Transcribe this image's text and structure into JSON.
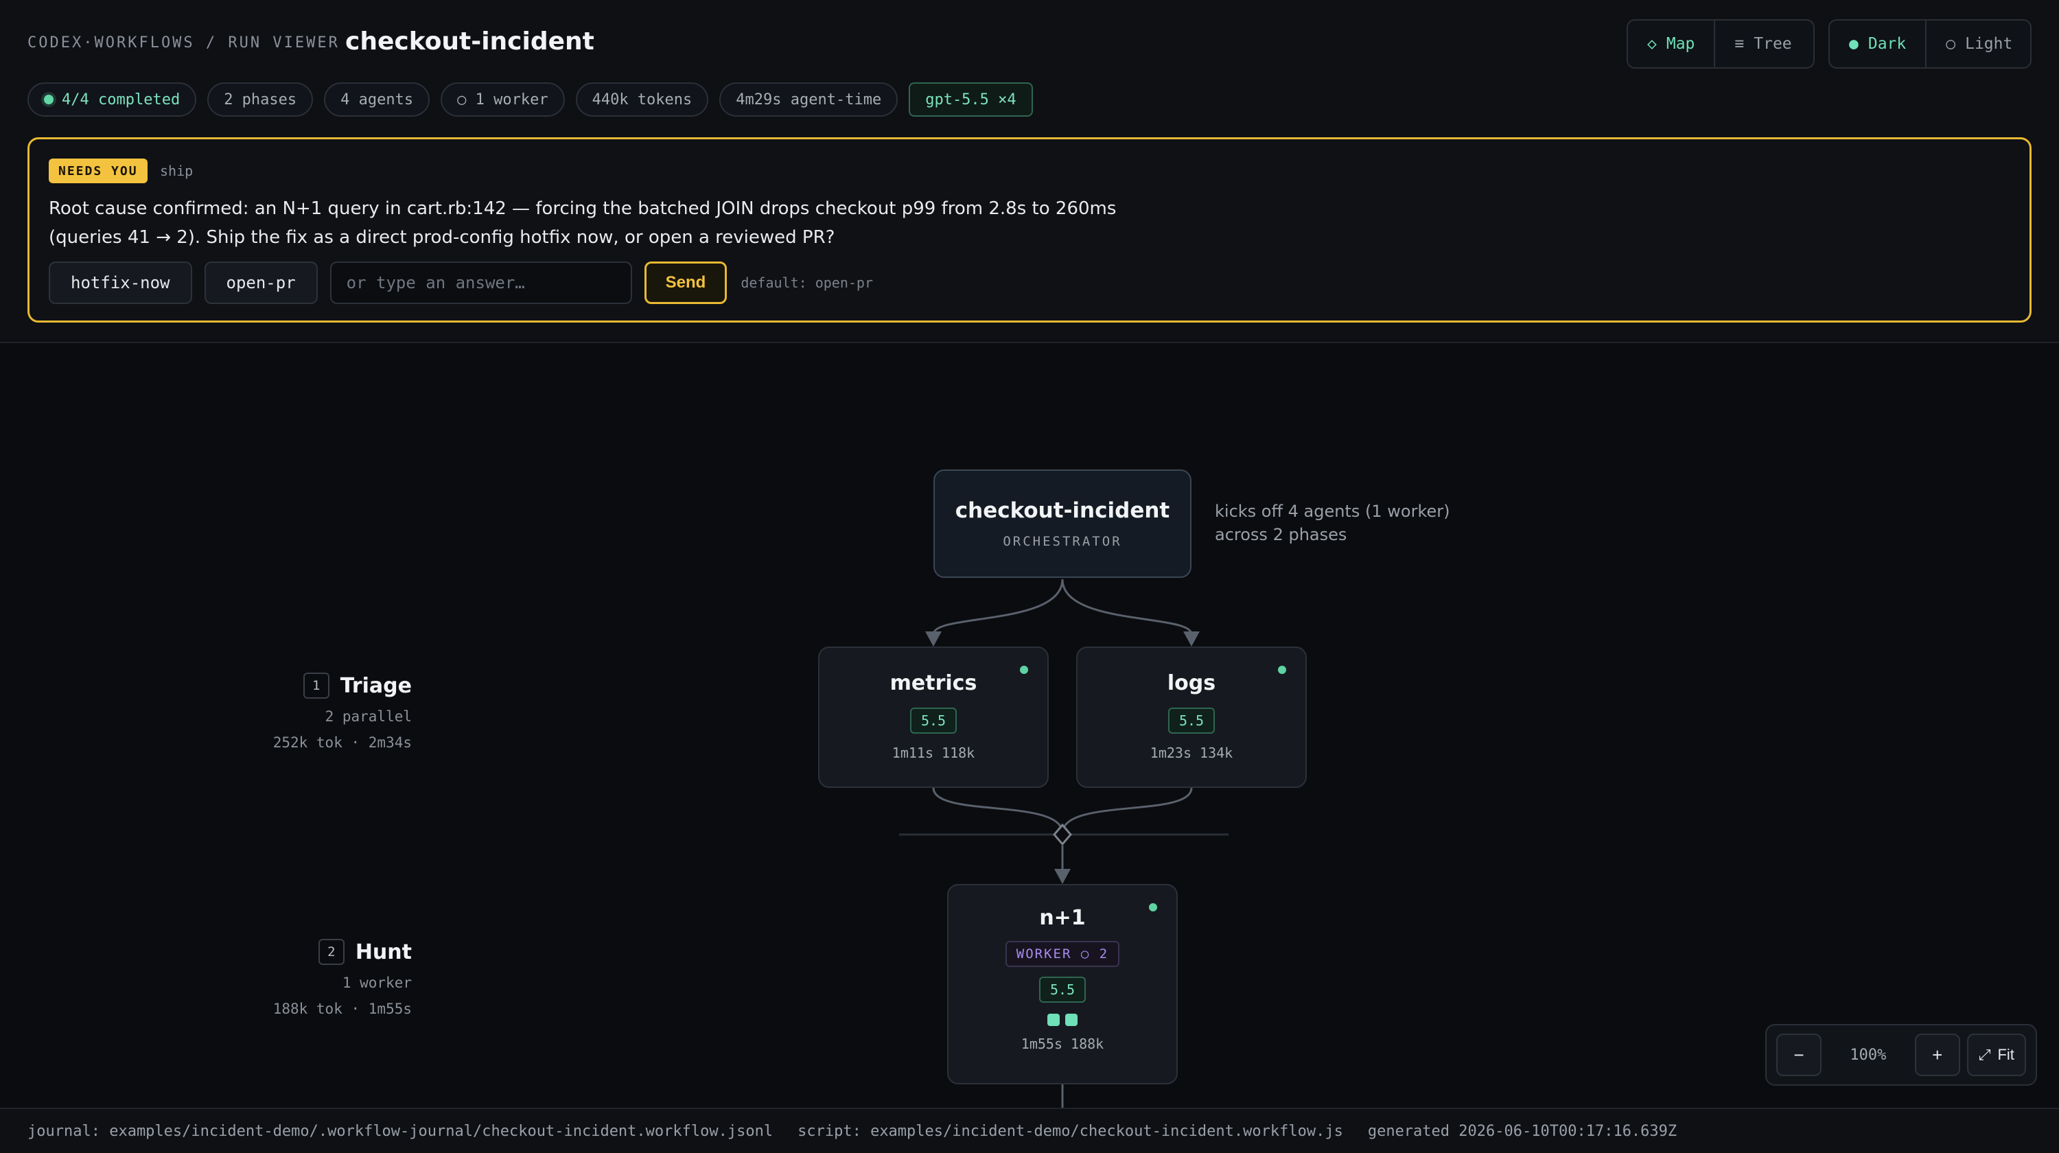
{
  "header": {
    "breadcrumb": "CODEX·WORKFLOWS / RUN VIEWER",
    "title": "checkout-incident",
    "view_toggle": [
      {
        "icon": "diamond-icon",
        "glyph": "◇",
        "label": "Map",
        "active": true
      },
      {
        "icon": "list-icon",
        "glyph": "≡",
        "label": "Tree",
        "active": false
      }
    ],
    "theme_toggle": [
      {
        "icon": "filled-circle-icon",
        "glyph": "●",
        "label": "Dark",
        "active": true
      },
      {
        "icon": "hollow-circle-icon",
        "glyph": "○",
        "label": "Light",
        "active": false
      }
    ]
  },
  "stats": {
    "completed": "4/4 completed",
    "phases": "2 phases",
    "agents": "4 agents",
    "workers": "○ 1 worker",
    "tokens": "440k tokens",
    "agent_time": "4m29s agent-time",
    "model": "gpt-5.5 ×4"
  },
  "needs_you": {
    "badge": "NEEDS YOU",
    "tag": "ship",
    "message_line1": "Root cause confirmed: an N+1 query in cart.rb:142 — forcing the batched JOIN drops checkout p99 from 2.8s to 260ms",
    "message_line2": "(queries 41 → 2). Ship the fix as a direct prod-config hotfix now, or open a reviewed PR?",
    "options": [
      "hotfix-now",
      "open-pr"
    ],
    "input_placeholder": "or type an answer…",
    "send_label": "Send",
    "default_hint": "default: open-pr"
  },
  "graph": {
    "orchestrator": {
      "name": "checkout-incident",
      "role": "ORCHESTRATOR",
      "note_line1": "kicks off 4 agents (1 worker)",
      "note_line2": "across 2 phases"
    },
    "phases": [
      {
        "num": "1",
        "label": "Triage",
        "sub": "2 parallel",
        "stats": "252k tok · 2m34s"
      },
      {
        "num": "2",
        "label": "Hunt",
        "sub": "1 worker",
        "stats": "188k tok · 1m55s"
      }
    ],
    "nodes": {
      "metrics": {
        "name": "metrics",
        "model": "5.5",
        "meta": "1m11s 118k"
      },
      "logs": {
        "name": "logs",
        "model": "5.5",
        "meta": "1m23s 134k"
      },
      "worker": {
        "name": "n+1",
        "badge": "WORKER ○ 2",
        "model": "5.5",
        "meta": "1m55s 188k"
      }
    }
  },
  "zoom": {
    "minus": "−",
    "value": "100%",
    "plus": "+",
    "fit_glyph": "⤢",
    "fit_label": "Fit"
  },
  "footer": {
    "journal": "journal: examples/incident-demo/.workflow-journal/checkout-incident.workflow.jsonl",
    "script": "script: examples/incident-demo/checkout-incident.workflow.js",
    "generated": "generated 2026-06-10T00:17:16.639Z"
  },
  "colors": {
    "accent_green": "#6fe0b7",
    "alert_amber": "#f3c23e",
    "worker_violet": "#a98bf0",
    "background": "#0b0c0f"
  }
}
